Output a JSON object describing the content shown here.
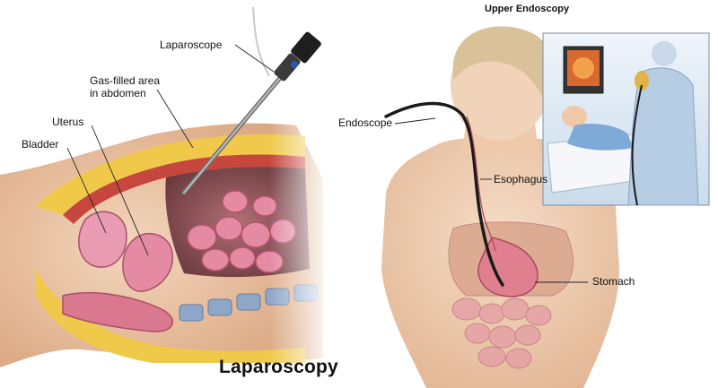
{
  "left_panel": {
    "title": "Laparoscopy",
    "labels": {
      "laparoscope": "Laparoscope",
      "gas_area_line1": "Gas-filled area",
      "gas_area_line2": "in abdomen",
      "uterus": "Uterus",
      "bladder": "Bladder"
    }
  },
  "right_panel": {
    "title": "Upper Endoscopy",
    "labels": {
      "endoscope": "Endoscope",
      "esophagus": "Esophagus",
      "stomach": "Stomach"
    }
  },
  "colors": {
    "skin": "#e9b98f",
    "fat": "#f0c94a",
    "organ_pink": "#e48aa3",
    "muscle_red": "#c7473f",
    "spine_blue": "#8ea7c8",
    "inset_blue": "#cfe3f5"
  }
}
